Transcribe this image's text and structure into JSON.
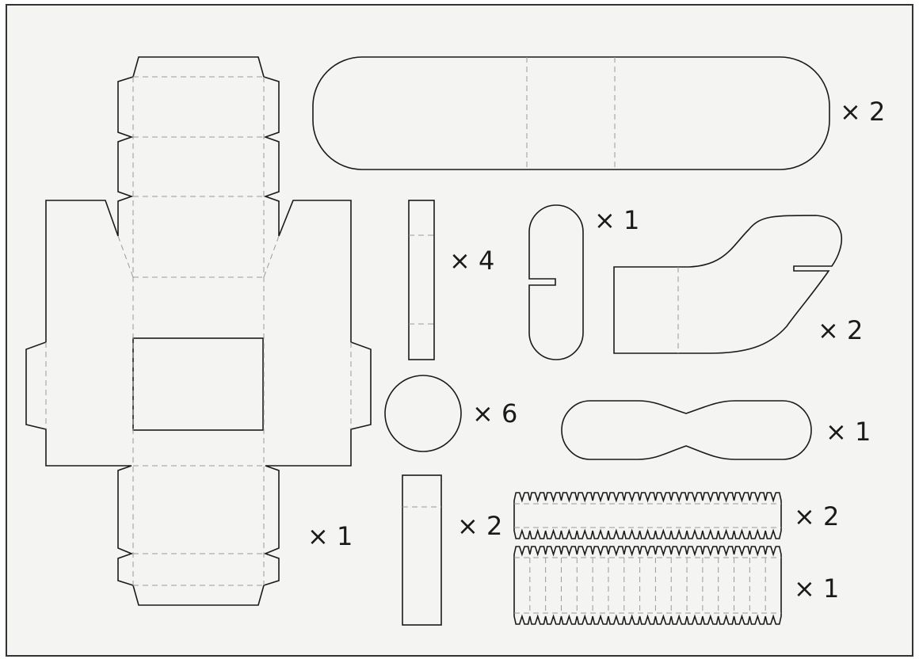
{
  "colors": {
    "sheet_background": "#f4f4f2",
    "cut_line": "#1a1a1a",
    "fold_line": "#9a9a9a"
  },
  "line_styles": {
    "cut": "solid",
    "fold": "dashed"
  },
  "parts": [
    {
      "name": "box-body",
      "shape": "cross-shaped box net with window",
      "quantity": "× 1"
    },
    {
      "name": "long-panel",
      "shape": "rounded rectangle with two folds",
      "quantity": "× 2"
    },
    {
      "name": "narrow-strip",
      "shape": "narrow rectangle with two folds",
      "quantity": "× 4"
    },
    {
      "name": "slotted-capsule",
      "shape": "capsule with slot",
      "quantity": "× 1"
    },
    {
      "name": "boot-piece",
      "shape": "boot-shaped piece with slot",
      "quantity": "× 2"
    },
    {
      "name": "disc",
      "shape": "circle",
      "quantity": "× 6"
    },
    {
      "name": "bowtie-piece",
      "shape": "pinched oval",
      "quantity": "× 1"
    },
    {
      "name": "short-strip",
      "shape": "rectangle with one fold",
      "quantity": "× 2"
    },
    {
      "name": "toothed-strip-single",
      "shape": "strip with teeth on both edges",
      "quantity": "× 2"
    },
    {
      "name": "toothed-strip-pleated",
      "shape": "pleated strip with teeth on both edges",
      "quantity": "× 1"
    }
  ]
}
